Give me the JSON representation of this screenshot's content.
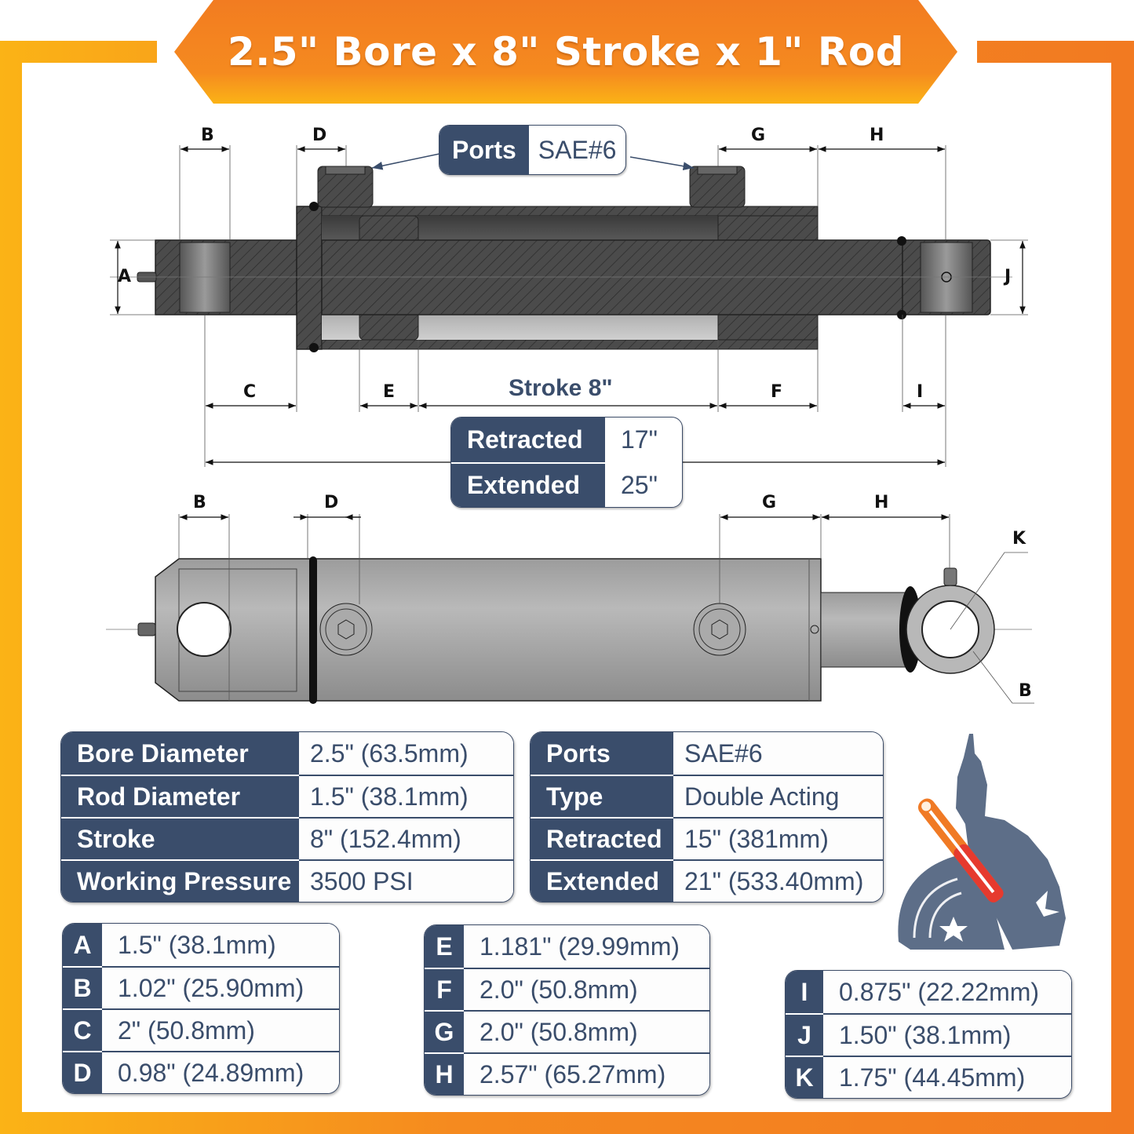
{
  "title": "2.5\" Bore x 8\" Stroke x 1\" Rod",
  "colors": {
    "frame_orange": "#f27a21",
    "frame_yellow": "#fbb316",
    "navy": "#3a4d6b",
    "cylinder_dark": "#4a4a4a",
    "cylinder_gray": "#a8a8a8"
  },
  "section_view": {
    "ports_callout": {
      "label": "Ports",
      "value": "SAE#6"
    },
    "dimension_labels": [
      "A",
      "B",
      "C",
      "D",
      "E",
      "F",
      "G",
      "H",
      "I",
      "J"
    ],
    "stroke_label": "Stroke 8\"",
    "lengths": {
      "retracted": {
        "label": "Retracted",
        "value": "17\""
      },
      "extended": {
        "label": "Extended",
        "value": "25\""
      }
    }
  },
  "side_view": {
    "dimension_labels": [
      "B",
      "D",
      "G",
      "H",
      "K",
      "B"
    ]
  },
  "specs_left": [
    {
      "label": "Bore Diameter",
      "value": "2.5\" (63.5mm)"
    },
    {
      "label": "Rod Diameter",
      "value": "1.5\" (38.1mm)"
    },
    {
      "label": "Stroke",
      "value": "8\" (152.4mm)"
    },
    {
      "label": "Working Pressure",
      "value": "3500 PSI"
    }
  ],
  "specs_right": [
    {
      "label": "Ports",
      "value": "SAE#6"
    },
    {
      "label": "Type",
      "value": "Double Acting"
    },
    {
      "label": "Retracted",
      "value": "15\" (381mm)"
    },
    {
      "label": "Extended",
      "value": "21\" (533.40mm)"
    }
  ],
  "dims_a_d": [
    {
      "label": "A",
      "value": "1.5\" (38.1mm)"
    },
    {
      "label": "B",
      "value": "1.02\" (25.90mm)"
    },
    {
      "label": "C",
      "value": "2\" (50.8mm)"
    },
    {
      "label": "D",
      "value": "0.98\" (24.89mm)"
    }
  ],
  "dims_e_h": [
    {
      "label": "E",
      "value": "1.181\" (29.99mm)"
    },
    {
      "label": "F",
      "value": "2.0\" (50.8mm)"
    },
    {
      "label": "G",
      "value": "2.0\" (50.8mm)"
    },
    {
      "label": "H",
      "value": "2.57\" (65.27mm)"
    }
  ],
  "dims_i_k": [
    {
      "label": "I",
      "value": "0.875\" (22.22mm)"
    },
    {
      "label": "J",
      "value": "1.50\" (38.1mm)"
    },
    {
      "label": "K",
      "value": "1.75\" (44.45mm)"
    }
  ]
}
